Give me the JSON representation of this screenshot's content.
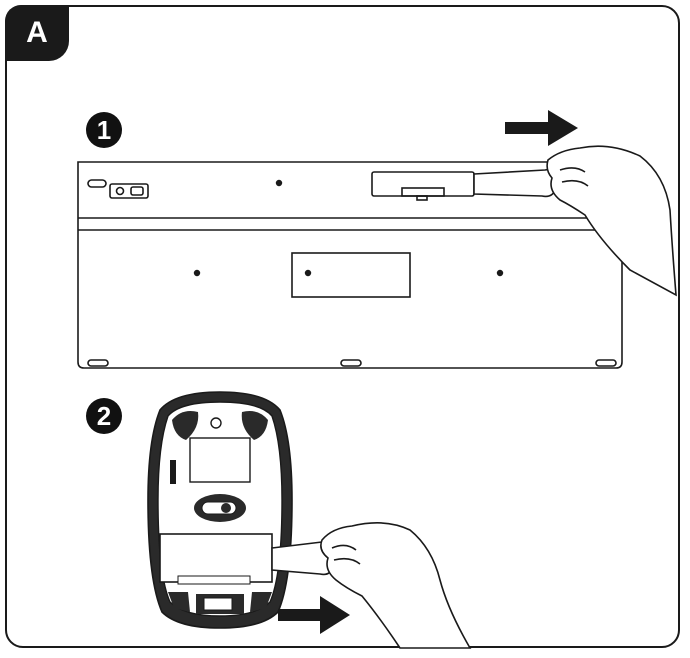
{
  "section": {
    "label": "A"
  },
  "steps": [
    {
      "number": "1"
    },
    {
      "number": "2"
    }
  ],
  "colors": {
    "ink": "#1a1a1a",
    "mouse_body": "#333333",
    "paper": "#ffffff"
  },
  "icons": [
    "arrow-right-icon",
    "hand-icon",
    "keyboard-underside",
    "mouse-underside",
    "battery-tab"
  ]
}
